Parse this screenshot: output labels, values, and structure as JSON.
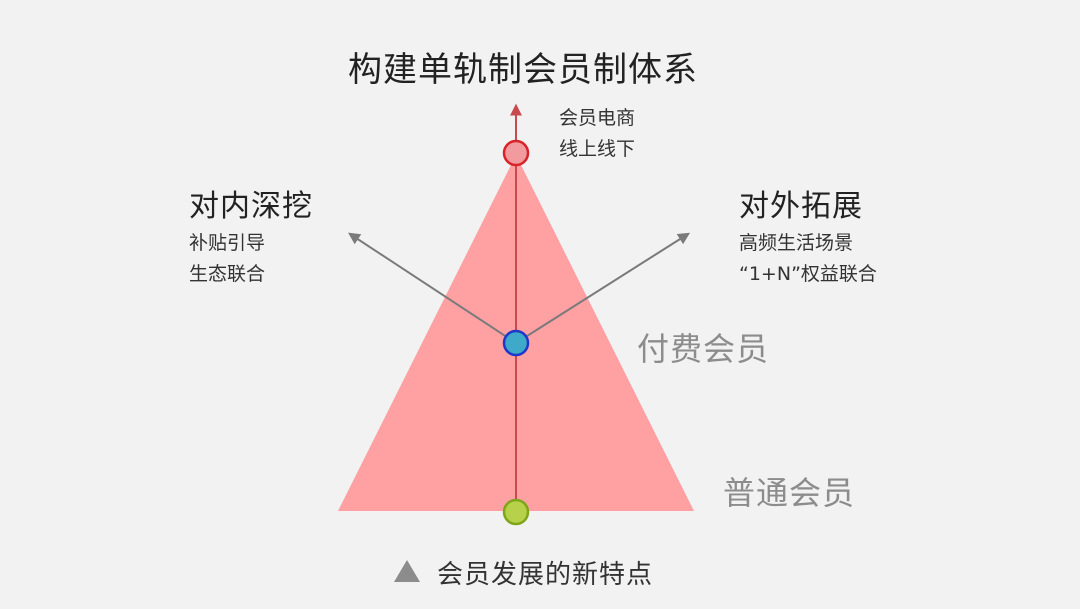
{
  "title": "构建单轨制会员制体系",
  "top_branch": {
    "line1": "会员电商",
    "line2": "线上线下"
  },
  "left_branch": {
    "heading": "对内深挖",
    "line1": "补贴引导",
    "line2": "生态联合"
  },
  "right_branch": {
    "heading": "对外拓展",
    "line1": "高频生活场景",
    "line2": "“1+N”权益联合"
  },
  "tiers": {
    "paid": "付费会员",
    "regular": "普通会员"
  },
  "caption": {
    "text": "会员发展的新特点"
  },
  "colors": {
    "triangle": "#ffa1a3",
    "axis": "#c94a4e",
    "arrow": "#7a7a7a",
    "top_node": "#f19b9e",
    "top_node_stroke": "#d8232a",
    "middle_node": "#3fa9c9",
    "middle_node_stroke": "#1f37c8",
    "bottom_node": "#b7d24a",
    "bottom_node_stroke": "#7fa61a",
    "caption_triangle": "#8c8c8c"
  }
}
